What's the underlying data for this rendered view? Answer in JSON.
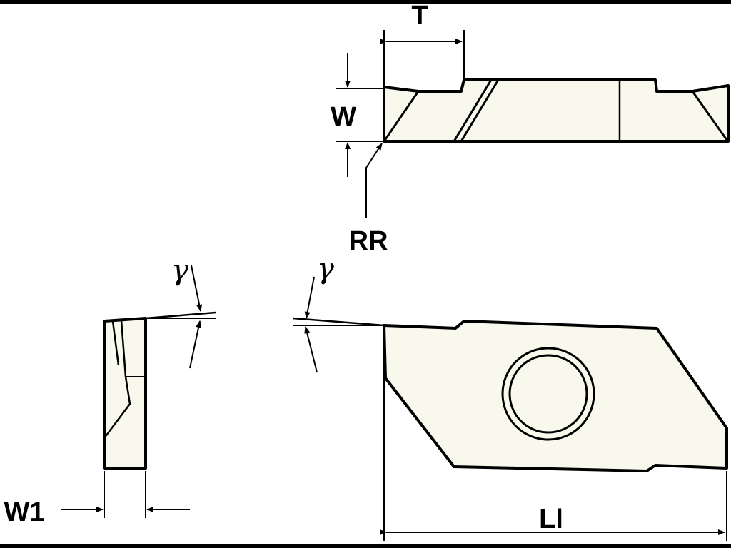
{
  "labels": {
    "T": "T",
    "W": "W",
    "RR": "RR",
    "gamma_left": "γ",
    "gamma_right": "γ",
    "W1": "W1",
    "Ll": "Ll"
  },
  "colors": {
    "ink": "#000000",
    "fill": "#f8f8ec",
    "background": "#ffffff"
  }
}
